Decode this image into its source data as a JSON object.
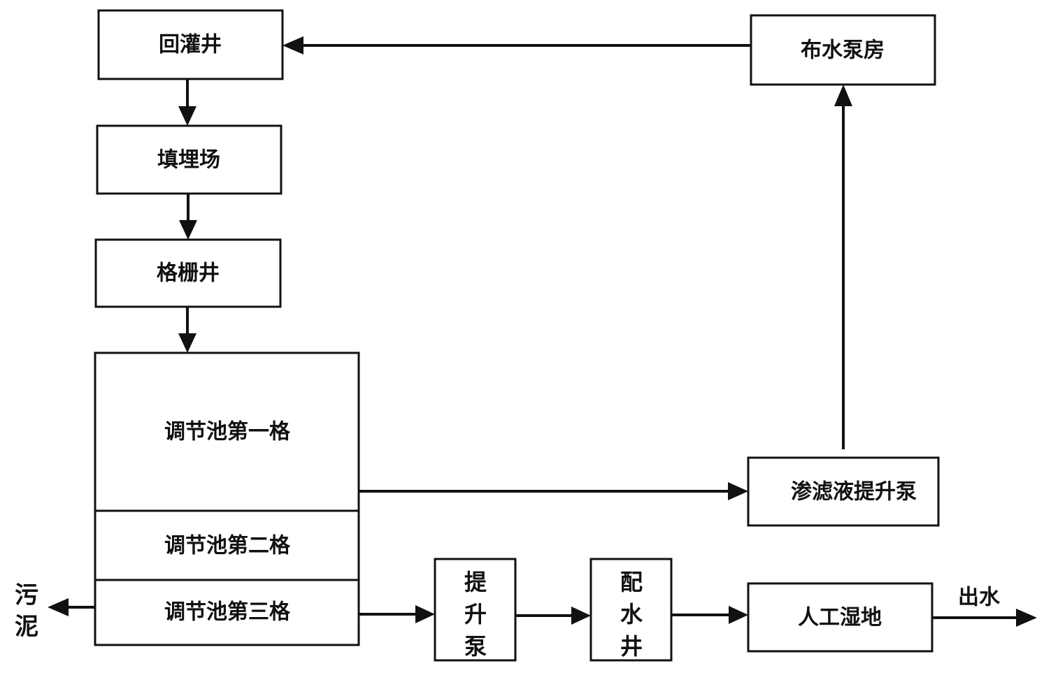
{
  "nodes": {
    "recharge_well": "回灌井",
    "landfill": "填埋场",
    "grille_well": "格栅井",
    "tank_cell_1": "调节池第一格",
    "tank_cell_2": "调节池第二格",
    "tank_cell_3": "调节池第三格",
    "distribution_pump_house": "布水泵房",
    "leachate_lift_pump": "渗滤液提升泵",
    "lift_pump": "提升泵",
    "distribution_well": "配水井",
    "constructed_wetland": "人工湿地"
  },
  "outputs": {
    "sludge": "污泥",
    "effluent": "出水"
  },
  "edges": [
    {
      "from": "distribution_pump_house",
      "to": "recharge_well"
    },
    {
      "from": "recharge_well",
      "to": "landfill"
    },
    {
      "from": "landfill",
      "to": "grille_well"
    },
    {
      "from": "grille_well",
      "to": "tank_cell_1"
    },
    {
      "from": "tank_cell_1",
      "to": "leachate_lift_pump"
    },
    {
      "from": "leachate_lift_pump",
      "to": "distribution_pump_house"
    },
    {
      "from": "tank_cell_3",
      "to": "sludge"
    },
    {
      "from": "tank_cell_3",
      "to": "lift_pump"
    },
    {
      "from": "lift_pump",
      "to": "distribution_well"
    },
    {
      "from": "distribution_well",
      "to": "constructed_wetland"
    },
    {
      "from": "constructed_wetland",
      "to": "effluent"
    }
  ]
}
